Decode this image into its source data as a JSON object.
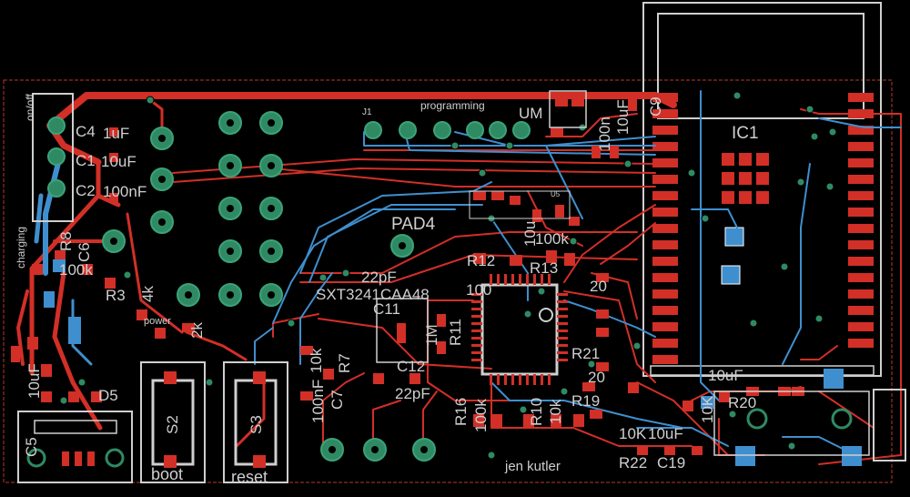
{
  "colors": {
    "background": "#000000",
    "top_copper": "#d22f27",
    "bottom_copper": "#3f8fce",
    "silkscreen": "#cfcfcf",
    "pad_via": "#2f8a63",
    "outline": "#b63a2a"
  },
  "labels": {
    "c4": "C4",
    "c4_value": "1uF",
    "c1": "C1",
    "c1_value": "10uF",
    "c2": "C2",
    "c2_value": "100nF",
    "on_off": "on/off",
    "j1": "J1",
    "programming": "programming",
    "um": "UM",
    "ic1": "IC1",
    "pad4": "PAD4",
    "xtal": "SXT3241CAA48",
    "c22pf_a": "22pF",
    "c22pf_b": "22pF",
    "c11": "C11",
    "c12": "C12",
    "r1m": "1M",
    "r11": "R11",
    "r12": "R12",
    "r12_value": "100",
    "r13": "R13",
    "val_100k": "100k",
    "val_10u": "10u",
    "r8": "R8",
    "c6": "C6",
    "val_100k_b": "100k",
    "r3": "R3",
    "val_4k": "4k",
    "power": "power",
    "val_2k": "2k",
    "charging": "charging",
    "val_10uf_left": "10uF",
    "d5": "D5",
    "c5": "C5",
    "s2": "S2",
    "s3": "S3",
    "boot": "boot",
    "reset": "reset",
    "val_10k": "10k",
    "r7": "R7",
    "c7_value": "100nF",
    "c7": "C7",
    "r16": "R16",
    "r16_value": "100k",
    "r10": "R10",
    "r10_value": "10k",
    "r21": "R21",
    "r19": "R19",
    "val_20a": "20",
    "val_20b": "20",
    "r22": "R22",
    "r22_value": "10K",
    "c19": "C19",
    "c19_value": "10uF",
    "r20_value": "10K",
    "r20": "R20",
    "val_10uf_right": "10uF",
    "author": "jen kutler",
    "val_100n": "100n",
    "val_10uf_top": "10uF",
    "c9": "C9",
    "u5": "U5"
  }
}
